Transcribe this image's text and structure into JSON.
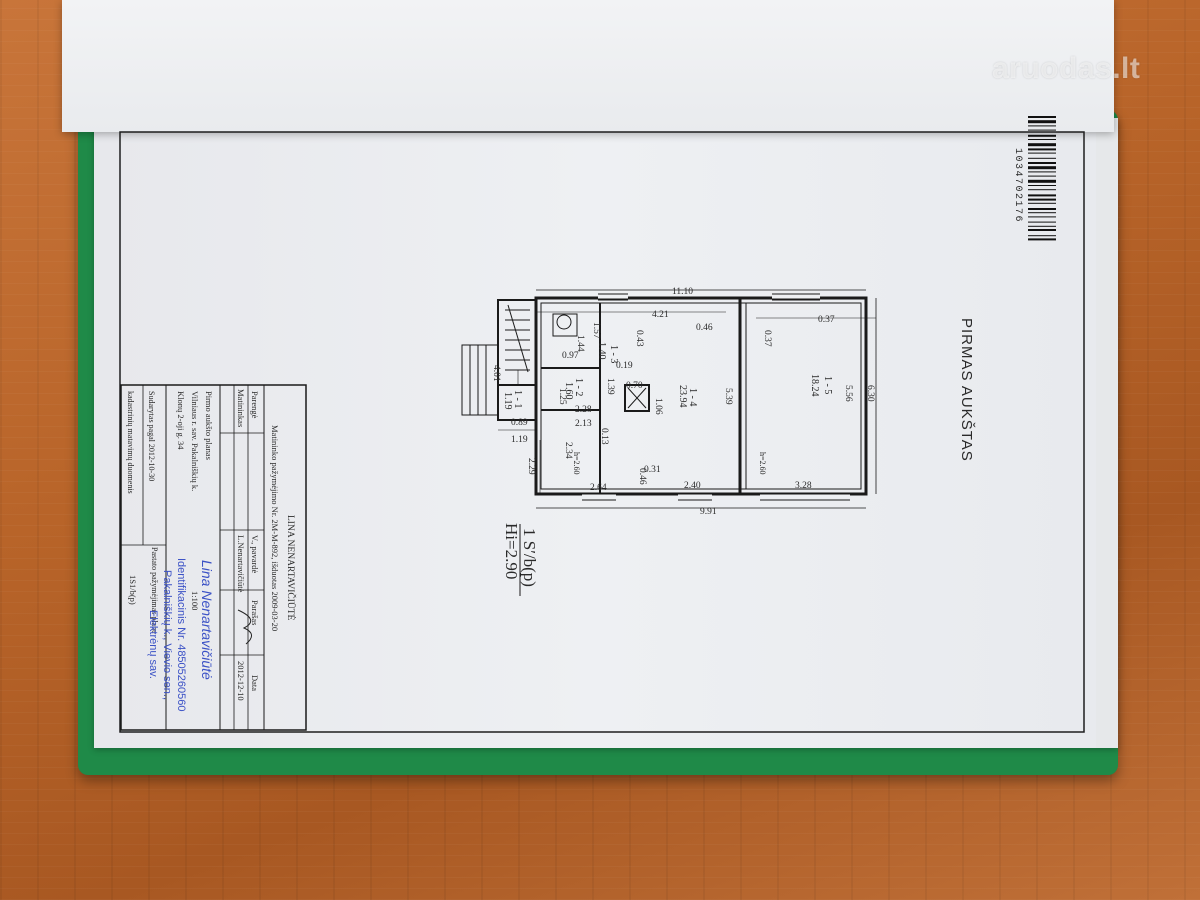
{
  "watermark": "aruodas.lt",
  "barcode_number": "1034702176",
  "plan": {
    "title": "PIRMAS AUKŠTAS",
    "scale_label": "1 S′/b(p)",
    "height_label": "Hi=2.90",
    "rooms": [
      {
        "id": "1 - 1",
        "area": "1.19"
      },
      {
        "id": "1 - 2",
        "area": "1.60"
      },
      {
        "id": "1 - 3",
        "area": "1.40"
      },
      {
        "id": "1 - 4",
        "area": "23.94"
      },
      {
        "id": "1 - 5",
        "area": "18.24"
      }
    ],
    "dimensions": [
      "11.10",
      "4.21",
      "0.46",
      "0.37",
      "0.37",
      "6.30",
      "5.56",
      "5.39",
      "3.28",
      "2.40",
      "2.64",
      "9.91",
      "2.29",
      "1.19",
      "0.89",
      "0.43",
      "0.19",
      "0.97",
      "1.44",
      "1.57",
      "0.70",
      "1.06",
      "2.28",
      "2.13",
      "1.39",
      "1.25",
      "0.13",
      "0.31",
      "0.46",
      "2.34",
      "4.01"
    ],
    "room_heights": [
      "h=2.60",
      "h=2.60"
    ]
  },
  "title_block": {
    "name": "LINA NENARTAVIČIŪTĖ",
    "license": "Matininko pažymėjimo Nr. 2M-M-892, išduotas 2009-03-20",
    "headers": {
      "col1": "",
      "col2": "V., pavardė",
      "col3": "Parašas",
      "col4": "Data"
    },
    "row_parengė": "Parengė",
    "row_matininkas": "Matininkas",
    "matininkas_name": "L.Nenartavičiūtė",
    "date": "2012-12-10",
    "doc_title": "Pirmo aukšto planas",
    "address_1": "Vilniaus r. sav. Pakalniškių k.",
    "address_2": "Klonų 2-oji g. 34",
    "scale": "1:100",
    "pastato_label": "Pastato pažymėjimas plane",
    "pastato_value": "1S1/b(p)",
    "sudarytas": "Sudarytas pagal 2012-10-30",
    "kadastro": "kadastrinių matavimų duomenis"
  },
  "stamp": {
    "line1": "Lina Nenartavičiūtė",
    "line2": "Identifikacinis Nr. 48505260560",
    "line3": "Pakalniškių k., Vievio sen.,",
    "line4": "Elektrėnų sav."
  }
}
